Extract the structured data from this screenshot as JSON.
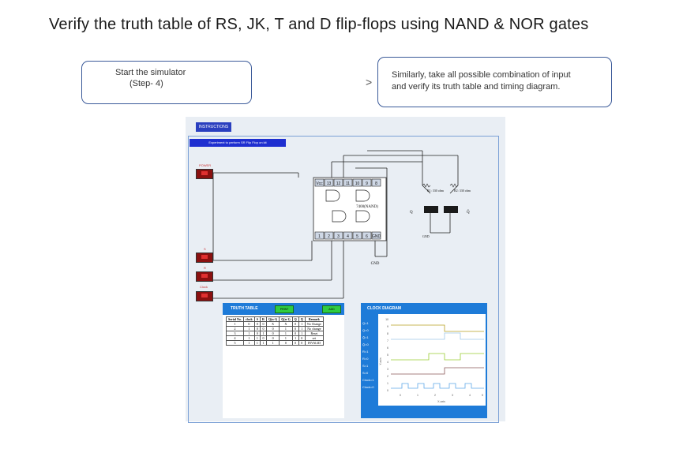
{
  "page_title": "Verify the truth table of RS, JK, T and D flip-flops using NAND & NOR gates",
  "step_box_left": {
    "line1": "Start the simulator",
    "line2": "(Step- 4)"
  },
  "arrow": ">",
  "step_box_right": {
    "line1": "Similarly, take all possible combination of input",
    "line2": "and verify its truth table and timing diagram."
  },
  "simulator": {
    "instructions_button": "INSTRUCTIONS",
    "experiment_bar": "Experiment to perform SR Flip Flop on kit",
    "switches": {
      "power": "POWER",
      "s": "S",
      "r": "R",
      "clock": "Clock"
    },
    "ic": {
      "top_pins": [
        "Vcc",
        "13",
        "12",
        "11",
        "10",
        "9",
        "8"
      ],
      "bottom_pins": [
        "1",
        "2",
        "3",
        "4",
        "5",
        "6",
        "GND"
      ],
      "chip_label": "7400(NAND)",
      "gnd": "GND"
    },
    "output": {
      "r1": "R1: 330 ohm",
      "r2": "R2: 330 ohm",
      "q": "Q",
      "qbar": "Q̄",
      "gnd": "GND"
    },
    "truth_table": {
      "title": "TRUTH TABLE",
      "print_button": "PRINT",
      "add_button": "ADD",
      "headers": [
        "Serial No.",
        "clock",
        "S",
        "R",
        "Q(n-1)",
        "Q̄(n-1)",
        "Q",
        "Q̄",
        "Remark"
      ],
      "rows": [
        [
          "1",
          "0",
          "0",
          "0",
          "X",
          "X",
          "0",
          "1",
          "No Change"
        ],
        [
          "2",
          "1",
          "0",
          "0",
          "0",
          "1",
          "0",
          "1",
          "No change"
        ],
        [
          "3",
          "1",
          "0",
          "1",
          "0",
          "1",
          "0",
          "1",
          "Reset"
        ],
        [
          "4",
          "1",
          "1",
          "0",
          "0",
          "1",
          "1",
          "0",
          "set"
        ],
        [
          "5",
          "1",
          "1",
          "1",
          "1",
          "0",
          "0",
          "0",
          "INVALID"
        ]
      ]
    },
    "clock_diagram": {
      "title": "CLOCK DIAGRAM",
      "signal_labels": [
        "Q=1",
        "Q=0",
        "Q̄=1",
        "Q̄=0",
        "R=1",
        "R=0",
        "S=1",
        "S=0",
        "Clock=1",
        "Clock=0"
      ],
      "y_ticks": [
        "10",
        "9",
        "8",
        "7",
        "6",
        "5",
        "4",
        "3",
        "2",
        "1",
        "0"
      ],
      "x_ticks": [
        "0",
        "1",
        "2",
        "3",
        "4",
        "5"
      ],
      "ylabel": "Y-axis",
      "xlabel": "X-axis"
    }
  },
  "colors": {
    "accent_blue": "#1e7bd8",
    "switch_red": "#e03030",
    "button_green": "#2ecc40"
  }
}
